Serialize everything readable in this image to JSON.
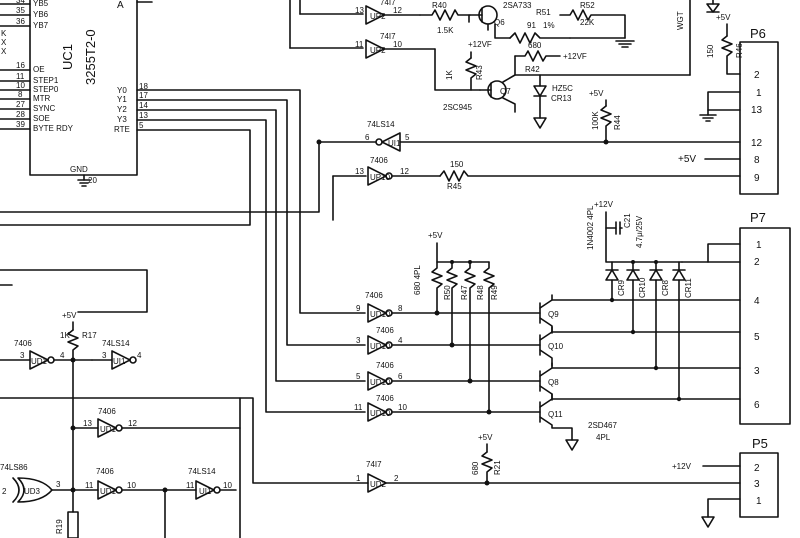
{
  "uc1": {
    "name": "UC1",
    "part": "3255T2-0",
    "left_pins_top": [
      {
        "num": "34",
        "sig": "YB5"
      },
      {
        "num": "35",
        "sig": "YB6"
      },
      {
        "num": "36",
        "sig": "YB7"
      }
    ],
    "left_pins": [
      {
        "num": "16",
        "sig": "OE"
      },
      {
        "num": "11",
        "sig": "STEP1"
      },
      {
        "num": "10",
        "sig": "STEP0"
      },
      {
        "num": "8",
        "sig": "MTR"
      },
      {
        "num": "27",
        "sig": "SYNC"
      },
      {
        "num": "28",
        "sig": "SOE"
      },
      {
        "num": "39",
        "sig": "BYTE RDY"
      }
    ],
    "right_pins": [
      {
        "num": "18",
        "sig": "Y0"
      },
      {
        "num": "17",
        "sig": "Y1"
      },
      {
        "num": "14",
        "sig": "Y2"
      },
      {
        "num": "13",
        "sig": "Y3"
      },
      {
        "num": "5",
        "sig": "RTE"
      }
    ],
    "top_right_sig": "A",
    "gnd_label": "GND",
    "gnd_pin": "20",
    "left_edge_text": [
      "K",
      "X",
      "X"
    ]
  },
  "gates": {
    "u2_top": {
      "name": "UP2",
      "type": "74I7",
      "pin_in": "13",
      "pin_out": "12"
    },
    "u2_mid": {
      "name": "UP2",
      "type": "74I7",
      "pin_in": "11",
      "pin_out": "10"
    },
    "u11_5": {
      "name": "UI1",
      "type": "74LS14",
      "pin_in": "6",
      "pin_out": "5"
    },
    "u10_12": {
      "name": "UP10",
      "type": "7406",
      "pin_in": "13",
      "pin_out": "12"
    },
    "u10_8": {
      "name": "UD10",
      "type": "7406",
      "pin_in": "9",
      "pin_out": "8"
    },
    "u10_4": {
      "name": "UD10",
      "type": "7406",
      "pin_in": "3",
      "pin_out": "4"
    },
    "u10_6": {
      "name": "UD10",
      "type": "7406",
      "pin_in": "5",
      "pin_out": "6"
    },
    "u10_10": {
      "name": "UD10",
      "type": "7406",
      "pin_in": "11",
      "pin_out": "10"
    },
    "u2_bot": {
      "name": "UD2",
      "type": "74I7",
      "pin_in": "1",
      "pin_out": "2"
    },
    "l_7406_4": {
      "name": "UD1",
      "type": "7406",
      "pin_in": "3",
      "pin_out": "4"
    },
    "l_74ls14_4": {
      "name": "UI1",
      "type": "74LS14",
      "pin_in": "3",
      "pin_out": "4"
    },
    "l_7406_12": {
      "name": "UD1",
      "type": "7406",
      "pin_in": "13",
      "pin_out": "12"
    },
    "l_7406_10": {
      "name": "UD1",
      "type": "7406",
      "pin_in": "11",
      "pin_out": "10"
    },
    "l_74ls14_10": {
      "name": "UI1",
      "type": "74LS14",
      "pin_in": "11",
      "pin_out": "10"
    },
    "xor": {
      "name": "UD3",
      "type": "74LS86",
      "pin_in": "2",
      "pin_out": "3"
    }
  },
  "parts": {
    "r40": {
      "ref": "R40",
      "val": "1.5K"
    },
    "r51": {
      "ref": "R51",
      "val": "91",
      "tol": "1%"
    },
    "r52": {
      "ref": "R52",
      "val": "22K"
    },
    "q6": {
      "ref": "Q6",
      "type": "2SA733"
    },
    "r42": {
      "ref": "R42",
      "val": "680"
    },
    "r43": {
      "ref": "R43",
      "val": "1K"
    },
    "q7": {
      "ref": "Q7",
      "type": "2SC945"
    },
    "cr13": {
      "ref": "CR13",
      "type": "HZ5C"
    },
    "r44": {
      "ref": "R44",
      "val": "100K"
    },
    "r46": {
      "ref": "R46",
      "val": "150"
    },
    "r45": {
      "ref": "R45",
      "val": "150"
    },
    "rpack": {
      "refs": [
        "R47",
        "R48",
        "R49",
        "R50"
      ],
      "val": "680 4PL"
    },
    "q9": {
      "ref": "Q9"
    },
    "q10": {
      "ref": "Q10"
    },
    "q8": {
      "ref": "Q8"
    },
    "q11": {
      "ref": "Q11"
    },
    "qtype": "2SD467",
    "qtype_count": "4PL",
    "cr_diodes": [
      "CR9",
      "CR10",
      "CR8",
      "CR11"
    ],
    "diode_type": "1N4002 4PL",
    "c21": {
      "ref": "C21",
      "val": "4.7μ/25V"
    },
    "r17": {
      "ref": "R17",
      "val": "1K"
    },
    "r21": {
      "ref": "R21",
      "val": "680"
    },
    "r19": {
      "ref": "R19"
    },
    "wgt": "WGT"
  },
  "rails": {
    "p5v": "+5V",
    "p12v": "+12V",
    "p12vf": "+12VF"
  },
  "connectors": {
    "p6": {
      "name": "P6",
      "pins": [
        "2",
        "1",
        "13",
        "12",
        "8",
        "9"
      ]
    },
    "p7": {
      "name": "P7",
      "pins": [
        "1",
        "2",
        "4",
        "5",
        "3",
        "6"
      ]
    },
    "p5": {
      "name": "P5",
      "pins": [
        "2",
        "3",
        "1"
      ]
    }
  }
}
